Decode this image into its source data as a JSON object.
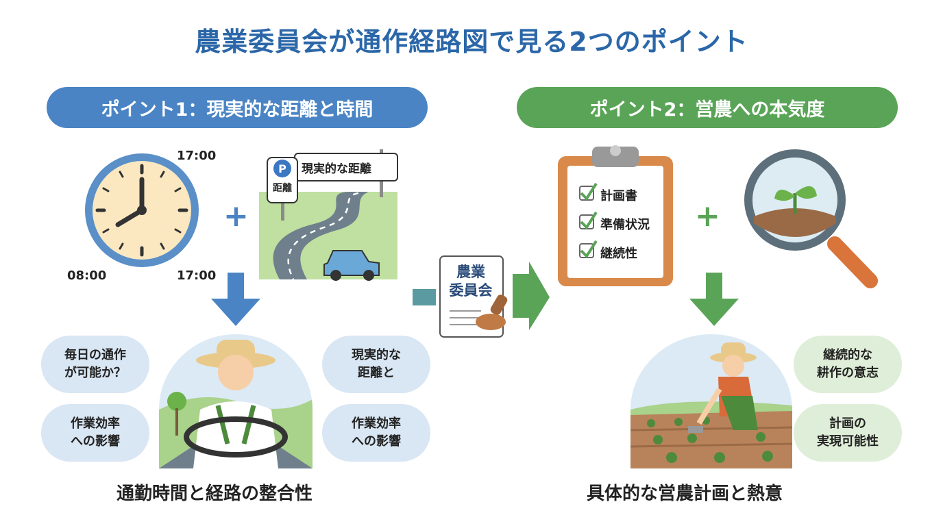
{
  "title": "農業委員会が通作経路図で見る2つのポイント",
  "point1": {
    "label": "ポイント1：現実的な距離と時間",
    "clock_times": [
      "17:00",
      "08:00",
      "17:00"
    ],
    "sign_label": "現実的な距離",
    "parking_sign": {
      "letter": "P",
      "text": "距離"
    },
    "bubbles": [
      "毎日の通作\nが可能か？",
      "現実的な\n距離と",
      "作業効率\nへの影響",
      "作業効率\nへの影響"
    ],
    "caption": "通勤時間と経路の整合性"
  },
  "center": {
    "stamp_text": "農業\n委員会"
  },
  "point2": {
    "label": "ポイント2：営農への本気度",
    "checklist": [
      "計画書",
      "準備状況",
      "継続性"
    ],
    "bubbles": [
      "継続的な\n耕作の意志",
      "計画の\n実現可能性"
    ],
    "caption": "具体的な営農計画と熱意"
  },
  "colors": {
    "title_blue": "#2b67a8",
    "blue": "#4a84c4",
    "green": "#5aa457",
    "orange": "#d98a4a"
  },
  "icons": [
    "clock-icon",
    "road-sign-icon",
    "car-icon",
    "farmer-driver-icon",
    "document-stamp-icon",
    "clipboard-icon",
    "magnifier-sprout-icon",
    "farmer-field-icon"
  ]
}
